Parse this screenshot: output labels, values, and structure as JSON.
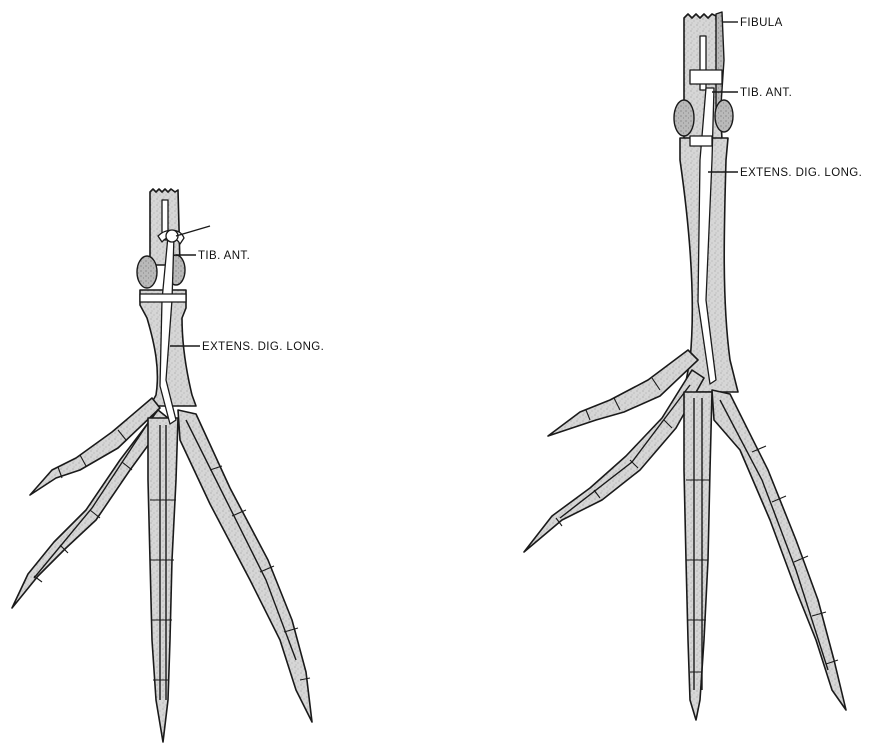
{
  "figure": {
    "left_foot": {
      "labels": {
        "tib_ant": "TIB. ANT.",
        "extens_dig_long": "EXTENS. DIG. LONG."
      }
    },
    "right_foot": {
      "labels": {
        "fibula": "FIBULA",
        "tib_ant": "TIB. ANT.",
        "extens_dig_long": "EXTENS. DIG. LONG."
      }
    }
  }
}
